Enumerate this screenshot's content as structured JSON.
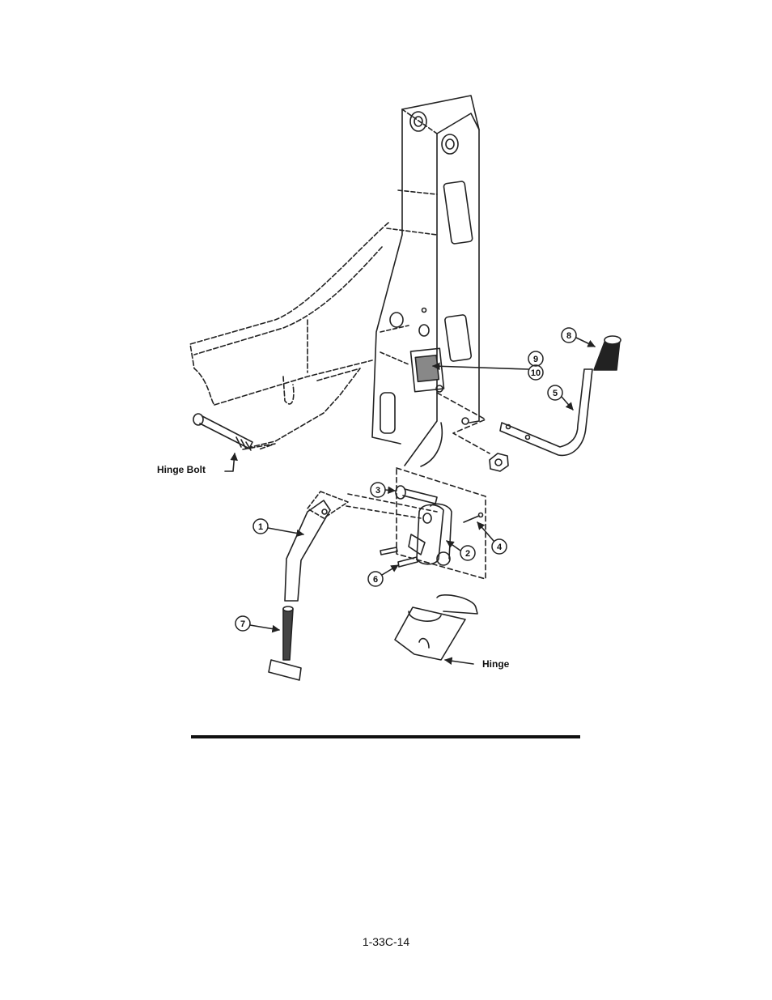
{
  "diagram": {
    "callouts": [
      "1",
      "2",
      "3",
      "4",
      "5",
      "6",
      "7",
      "8",
      "9",
      "10"
    ],
    "labels": {
      "hinge_bolt": "Hinge Bolt",
      "hinge": "Hinge"
    }
  },
  "footer": {
    "page_number": "1-33C-14"
  }
}
